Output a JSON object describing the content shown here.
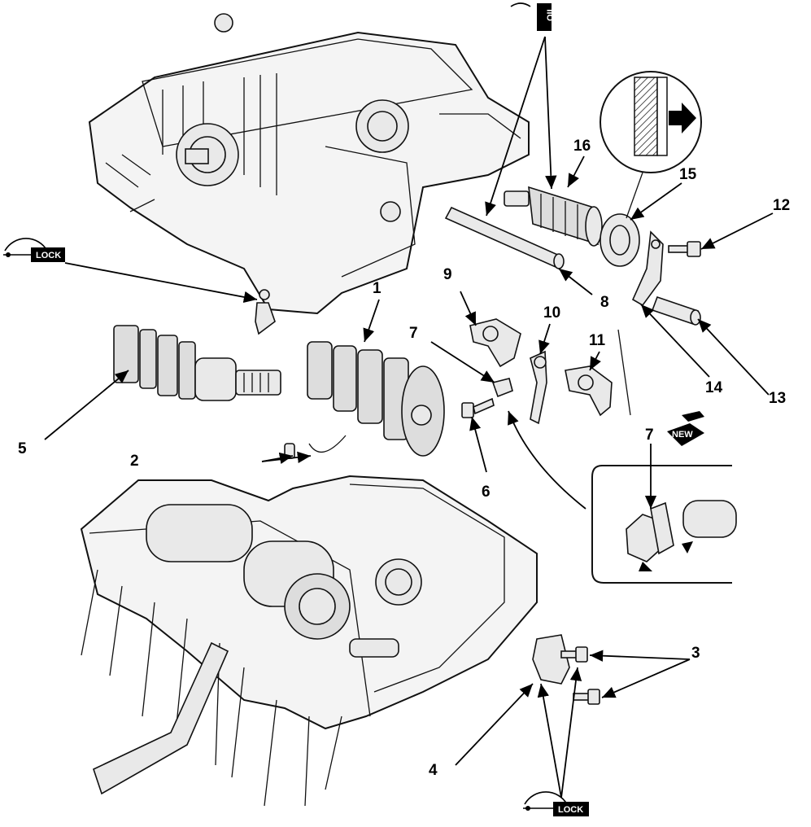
{
  "callouts": [
    "1",
    "2",
    "3",
    "4",
    "5",
    "6",
    "7",
    "8",
    "9",
    "10",
    "11",
    "12",
    "13",
    "14",
    "15",
    "16",
    "7"
  ],
  "badges": {
    "lock_top": "LOCK",
    "lock_bottom": "LOCK",
    "new": "NEW",
    "oil": "OIL"
  },
  "inset_label": "7"
}
